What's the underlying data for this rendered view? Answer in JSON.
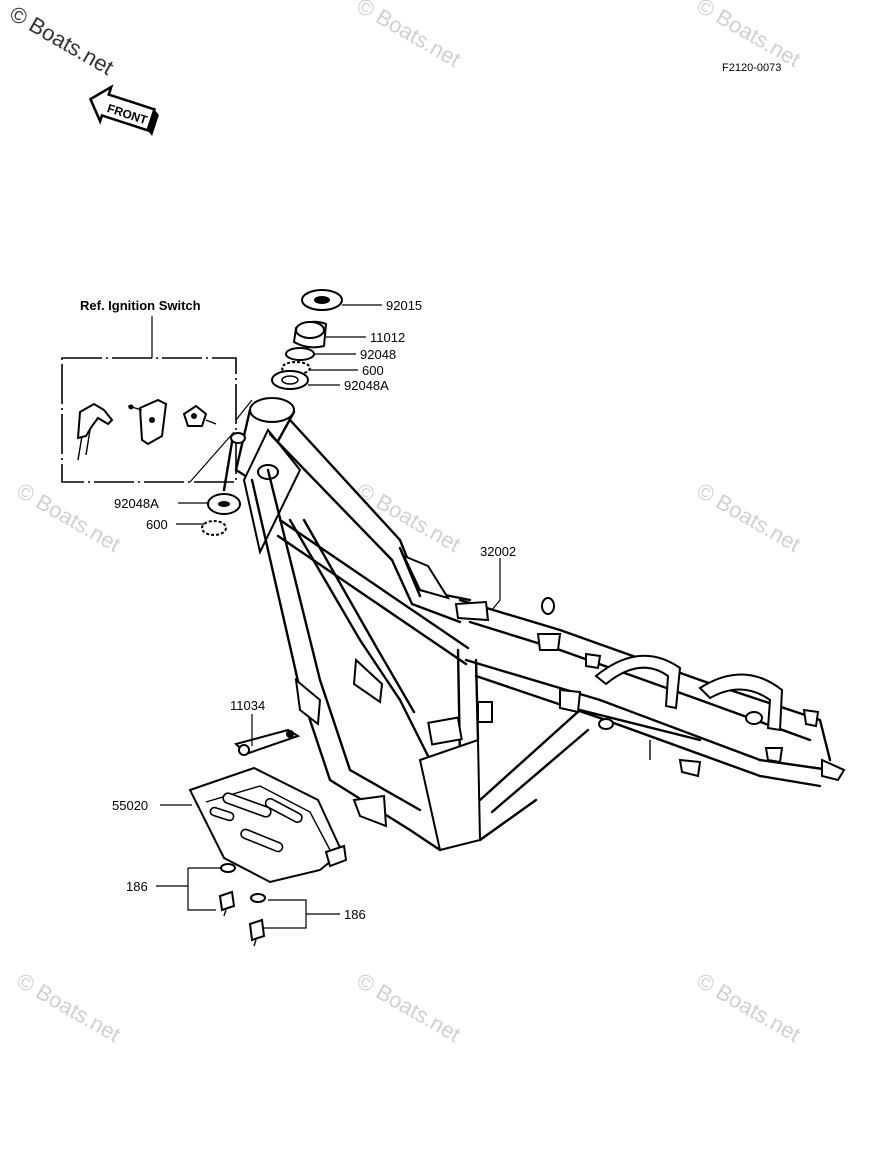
{
  "drawing_code": "F2120-0073",
  "front_label": "FRONT",
  "watermark": "© Boats.net",
  "ignition_ref": "Ref. Ignition Switch",
  "callouts": {
    "c92015": "92015",
    "c11012": "11012",
    "c92048": "92048",
    "c600_top": "600",
    "c92048A_top": "92048A",
    "c92048A_left": "92048A",
    "c600_left": "600",
    "c32002": "32002",
    "c11034": "11034",
    "c55020": "55020",
    "c186_left": "186",
    "c186_right": "186"
  }
}
